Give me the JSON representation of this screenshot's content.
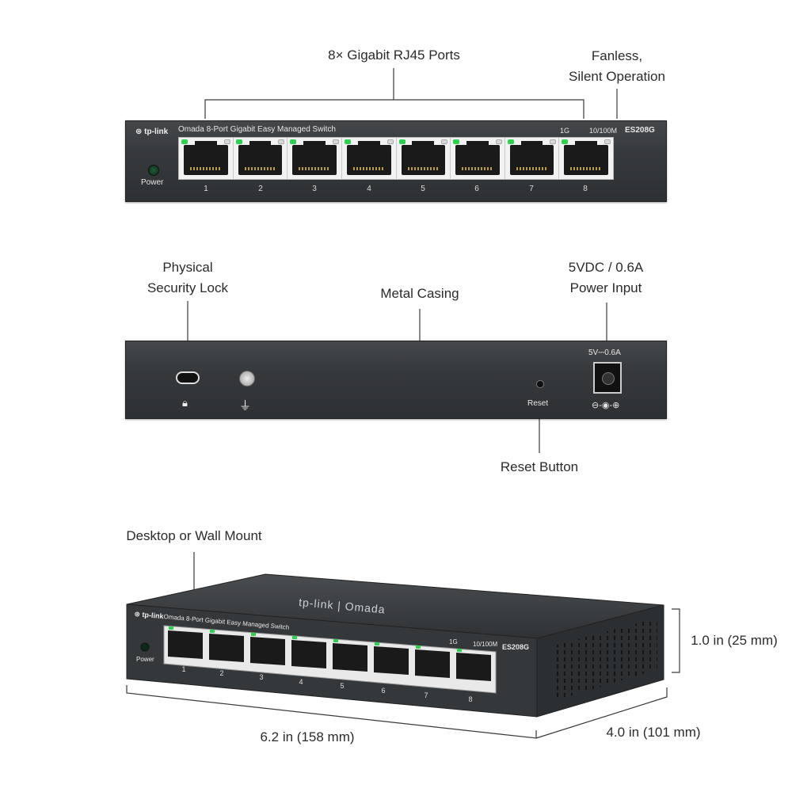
{
  "callouts": {
    "ports": "8× Gigabit RJ45 Ports",
    "fanless_line1": "Fanless,",
    "fanless_line2": "Silent Operation",
    "lock_line1": "Physical",
    "lock_line2": "Security Lock",
    "casing": "Metal Casing",
    "power_line1": "5VDC / 0.6A",
    "power_line2": "Power Input",
    "reset": "Reset Button",
    "mount": "Desktop or Wall Mount",
    "height": "1.0 in (25 mm)",
    "width": "6.2  in (158 mm)",
    "depth": "4.0  in (101 mm)"
  },
  "front_panel": {
    "brand": "tp-link",
    "model_name": "Omada 8-Port Gigabit Easy Managed Switch",
    "speed_1g": "1G",
    "speed_100m": "10/100M",
    "model": "ES208G",
    "power_label": "Power",
    "ports": [
      "1",
      "2",
      "3",
      "4",
      "5",
      "6",
      "7",
      "8"
    ]
  },
  "rear_panel": {
    "power_rating": "5V⎓0.6A",
    "reset_label": "Reset",
    "polarity": "⊖-◉-⊕"
  },
  "iso_view": {
    "top_logo": "tp-link | Omada",
    "brand": "tp-link",
    "model_name": "Omada 8-Port Gigabit Easy Managed Switch",
    "speed_1g": "1G",
    "speed_100m": "10/100M",
    "model": "ES208G",
    "power_label": "Power",
    "ports": [
      "1",
      "2",
      "3",
      "4",
      "5",
      "6",
      "7",
      "8"
    ]
  },
  "colors": {
    "casing": "#36393c",
    "led_link": "#2dd14f",
    "text": "#2b2b2b"
  }
}
